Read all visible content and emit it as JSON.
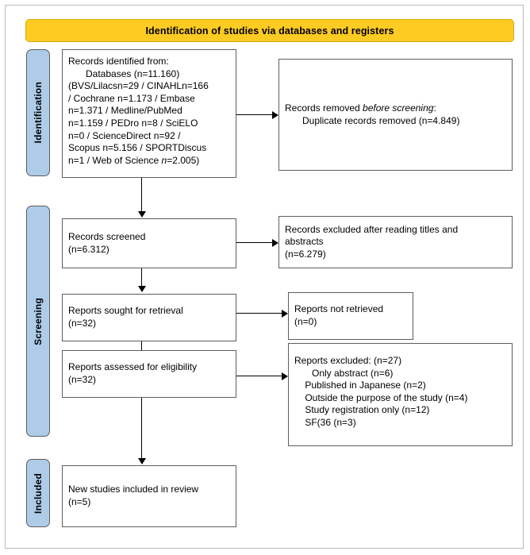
{
  "diagram": {
    "type": "prisma-flow-diagram",
    "header": {
      "title": "Identification of studies via databases and registers",
      "color": "#FDCB22"
    },
    "phases": [
      {
        "id": "identification",
        "label": "Identification",
        "color": "#AECCE8"
      },
      {
        "id": "screening",
        "label": "Screening",
        "color": "#AECCE8"
      },
      {
        "id": "included",
        "label": "Included",
        "color": "#AECCE8"
      }
    ],
    "boxes": {
      "records_identified": {
        "title": "Records identified from:",
        "databases_line": "Databases (n=11.160)",
        "detail": "(BVS/Lilacsn=29 / CINAHLn=166\n/ Cochrane n=1.173 / Embase\nn=1.371 / Medline/PubMed\nn=1.159 / PEDro n=8 / SciELO\nn=0 / ScienceDirect n=92 /\nScopus n=5.156 / SPORTDiscus\nn=1 / Web of Science ",
        "detail_italic_n": "n",
        "detail_tail": "=2.005)"
      },
      "records_removed": {
        "line1_prefix": "Records removed ",
        "line1_italic": "before screening",
        "line1_suffix": ":",
        "line2": "Duplicate records removed (n=4.849)"
      },
      "records_screened": {
        "label": "Records screened",
        "count": "(n=6.312)"
      },
      "records_excluded": {
        "label": "Records excluded after reading titles and\nabstracts",
        "count": "(n=6.279)"
      },
      "reports_sought": {
        "label": "Reports sought for retrieval",
        "count": "(n=32)"
      },
      "reports_not_retrieved": {
        "label": "Reports not retrieved",
        "count": "(n=0)"
      },
      "reports_assessed": {
        "label": "Reports assessed for eligibility",
        "count": "(n=32)"
      },
      "reports_excluded": {
        "heading": "Reports excluded: (n=27)",
        "reasons": "Only abstract (n=6)\n    Published in Japanese (n=2)\n    Outside the purpose of the study (n=4)\n    Study registration only (n=12)\n    SF(36 (n=3)"
      },
      "new_studies_included": {
        "label": "New studies included in review",
        "count": "(n=5)"
      }
    }
  },
  "chart_data": {
    "type": "diagram",
    "title": "Identification of studies via databases and registers",
    "nodes": [
      {
        "id": "records_identified",
        "phase": "Identification",
        "n": 11160,
        "text": "Records identified from: Databases (n=11.160)"
      },
      {
        "id": "records_removed",
        "phase": "Identification",
        "n": 4849,
        "text": "Records removed before screening: Duplicate records removed (n=4.849)"
      },
      {
        "id": "records_screened",
        "phase": "Screening",
        "n": 6312,
        "text": "Records screened (n=6.312)"
      },
      {
        "id": "records_excluded",
        "phase": "Screening",
        "n": 6279,
        "text": "Records excluded after reading titles and abstracts (n=6.279)"
      },
      {
        "id": "reports_sought",
        "phase": "Screening",
        "n": 32,
        "text": "Reports sought for retrieval (n=32)"
      },
      {
        "id": "reports_not_retrieved",
        "phase": "Screening",
        "n": 0,
        "text": "Reports not retrieved (n=0)"
      },
      {
        "id": "reports_assessed",
        "phase": "Screening",
        "n": 32,
        "text": "Reports assessed for eligibility (n=32)"
      },
      {
        "id": "reports_excluded",
        "phase": "Screening",
        "n": 27,
        "text": "Reports excluded: (n=27)"
      },
      {
        "id": "new_studies_included",
        "phase": "Included",
        "n": 5,
        "text": "New studies included in review (n=5)"
      }
    ],
    "databases": [
      {
        "name": "BVS/Lilacs",
        "n": 29
      },
      {
        "name": "CINAHL",
        "n": 166
      },
      {
        "name": "Cochrane",
        "n": 1173
      },
      {
        "name": "Embase",
        "n": 1371
      },
      {
        "name": "Medline/PubMed",
        "n": 1159
      },
      {
        "name": "PEDro",
        "n": 8
      },
      {
        "name": "SciELO",
        "n": 0
      },
      {
        "name": "ScienceDirect",
        "n": 92
      },
      {
        "name": "Scopus",
        "n": 5156
      },
      {
        "name": "SPORTDiscus",
        "n": 1
      },
      {
        "name": "Web of Science",
        "n": 2005
      }
    ],
    "exclusion_reasons": [
      {
        "reason": "Only abstract",
        "n": 6
      },
      {
        "reason": "Published in Japanese",
        "n": 2
      },
      {
        "reason": "Outside the purpose of the study",
        "n": 4
      },
      {
        "reason": "Study registration only",
        "n": 12
      },
      {
        "reason": "SF(36",
        "n": 3
      }
    ],
    "edges": [
      {
        "from": "records_identified",
        "to": "records_removed"
      },
      {
        "from": "records_identified",
        "to": "records_screened"
      },
      {
        "from": "records_screened",
        "to": "records_excluded"
      },
      {
        "from": "records_screened",
        "to": "reports_sought"
      },
      {
        "from": "reports_sought",
        "to": "reports_not_retrieved"
      },
      {
        "from": "reports_sought",
        "to": "reports_assessed"
      },
      {
        "from": "reports_assessed",
        "to": "reports_excluded"
      },
      {
        "from": "reports_assessed",
        "to": "new_studies_included"
      }
    ]
  }
}
